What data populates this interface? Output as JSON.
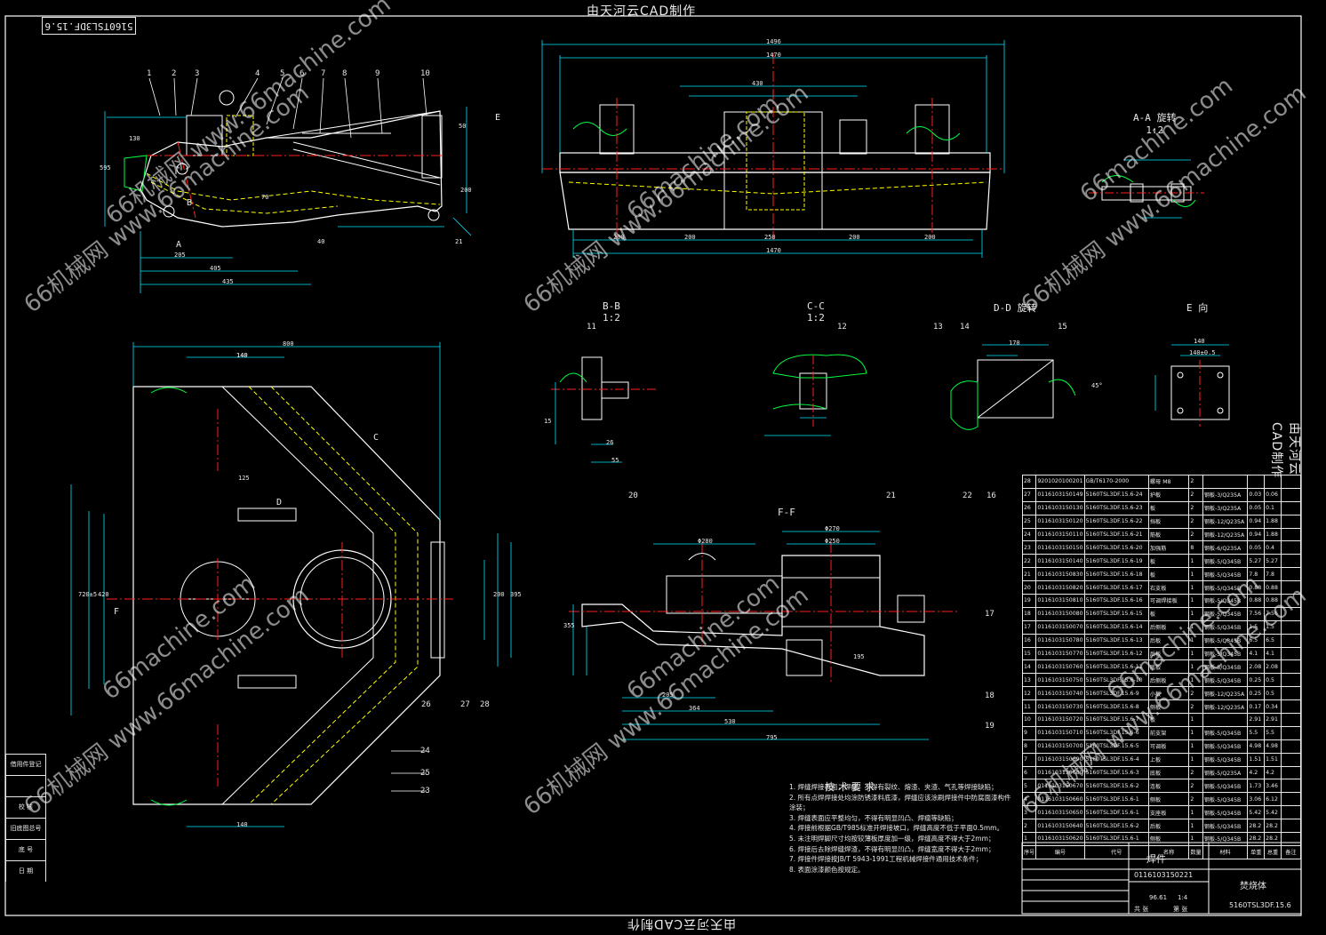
{
  "banner_text": "由天河云CAD制作",
  "drawing_code": "5160TSL3DF.15.6",
  "watermarks": {
    "domain": "66machine.com",
    "mixed": "66机械网 www.66machine.com"
  },
  "views": {
    "aa_title": "A-A 旋转",
    "aa_scale": "1:2",
    "bb_title": "B-B",
    "bb_scale": "1:2",
    "cc_title": "C-C",
    "cc_scale": "1:2",
    "dd_title": "D-D 旋转",
    "e_title": "E 向",
    "ff_title": "F-F"
  },
  "tech": {
    "title": "技术要求",
    "items": [
      "1. 焊缝焊接表面，焊缝、不得有裂纹、熔渣、夹渣、气孔等焊接缺陷；",
      "2. 所有点焊焊接处均涂防锈漆料底漆，焊缝应该涂刷焊接件中防腐面漆构件涂装；",
      "3. 焊缝表面应平整均匀，不得有明显凹凸、焊瘤等缺陷；",
      "4. 焊接前根据GB/T985标准开焊接坡口，焊缝高度不低于平面0.5mm。",
      "5. 未注明焊脚尺寸均按较薄板厚度加一级，焊缝高度不得大于2mm；",
      "6. 焊接后去除焊缝焊渣，不得有明显凹凸，焊缝宽度不得大于2mm；",
      "7. 焊接件焊接按JB/T 5943-1991工程机械焊接件通用技术条件；",
      "8. 表面涂漆颜色按规定。"
    ]
  },
  "bom": {
    "header": [
      "序号",
      "编号",
      "代号",
      "名称",
      "数量",
      "材料",
      "单重",
      "总重",
      "备注"
    ],
    "rows": [
      [
        "28",
        "9201020100201",
        "GB/T6170-2000",
        "螺母 M8",
        "2",
        "",
        "",
        "",
        ""
      ],
      [
        "27",
        "0116103150149",
        "5160TSL3DF.15.6-24",
        "护板",
        "2",
        "钢板-3/Q235A",
        "0.03",
        "0.06",
        ""
      ],
      [
        "26",
        "0116103150130",
        "5160TSL3DF.15.6-23",
        "板",
        "2",
        "钢板-3/Q235A",
        "0.05",
        "0.1",
        ""
      ],
      [
        "25",
        "0116103150120",
        "5160TSL3DF.15.6-22",
        "挡板",
        "2",
        "钢板-12/Q235A",
        "0.94",
        "1.88",
        ""
      ],
      [
        "24",
        "0116103150110",
        "5160TSL3DF.15.6-21",
        "筋板",
        "2",
        "钢板-12/Q235A",
        "0.94",
        "1.88",
        ""
      ],
      [
        "23",
        "0116103150150",
        "5160TSL3DF.15.6-20",
        "加强筋",
        "8",
        "钢板-6/Q235A",
        "0.05",
        "0.4",
        ""
      ],
      [
        "22",
        "0116103150140",
        "5160TSL3DF.15.6-19",
        "板",
        "1",
        "钢板-5/Q345B",
        "5.27",
        "5.27",
        ""
      ],
      [
        "21",
        "0116103150830",
        "5160TSL3DF.15.6-18",
        "板",
        "1",
        "钢板-5/Q345B",
        "7.8",
        "7.8",
        ""
      ],
      [
        "20",
        "0116103150820",
        "5160TSL3DF.15.6-17",
        "右支板",
        "1",
        "钢板-5/Q345B",
        "0.88",
        "0.88",
        ""
      ],
      [
        "19",
        "0116103150810",
        "5160TSL3DF.15.6-16",
        "可调焊接板",
        "1",
        "钢板-5/Q345B",
        "0.88",
        "0.88",
        ""
      ],
      [
        "18",
        "0116103150080",
        "5160TSL3DF.15.6-15",
        "板",
        "1",
        "钢板-5/Q345B",
        "7.56",
        "7.56",
        ""
      ],
      [
        "17",
        "0116103150070",
        "5160TSL3DF.15.6-14",
        "后侧板",
        "1",
        "钢板-5/Q345B",
        "1.5",
        "1.5",
        ""
      ],
      [
        "16",
        "0116103150780",
        "5160TSL3DF.15.6-13",
        "后板",
        "1",
        "钢板-5/Q345B",
        "6.5",
        "6.5",
        ""
      ],
      [
        "15",
        "0116103150770",
        "5160TSL3DF.15.6-12",
        "后板",
        "1",
        "钢板-5/Q345B",
        "4.1",
        "4.1",
        ""
      ],
      [
        "14",
        "0116103150760",
        "5160TSL3DF.15.6-11",
        "底板",
        "1",
        "钢板-5/Q345B",
        "2.08",
        "2.08",
        ""
      ],
      [
        "13",
        "0116103150750",
        "5160TSL3DF.15.6-10",
        "后侧板",
        "1",
        "钢板-5/Q345B",
        "0.25",
        "0.5",
        ""
      ],
      [
        "12",
        "0116103150740",
        "5160TSL3DF.15.6-9",
        "小板",
        "2",
        "钢板-12/Q235A",
        "0.25",
        "0.5",
        ""
      ],
      [
        "11",
        "0116103150730",
        "5160TSL3DF.15.6-8",
        "侧板",
        "2",
        "钢板-12/Q235A",
        "0.17",
        "0.34",
        ""
      ],
      [
        "10",
        "0116103150720",
        "5160TSL3DF.15.6-7",
        "板",
        "1",
        "",
        "2.91",
        "2.91",
        ""
      ],
      [
        "9",
        "0116103150710",
        "5160TSL3DF.15.6-6",
        "前支架",
        "1",
        "钢板-5/Q345B",
        "5.5",
        "5.5",
        ""
      ],
      [
        "8",
        "0116103150700",
        "5160TSL3DF.15.6-5",
        "可调板",
        "1",
        "钢板-5/Q345B",
        "4.98",
        "4.98",
        ""
      ],
      [
        "7",
        "0116103150690",
        "5160TSL3DF.15.6-4",
        "上板",
        "1",
        "钢板-5/Q345B",
        "1.51",
        "1.51",
        ""
      ],
      [
        "6",
        "0116103150680",
        "5160TSL3DF.15.6-3",
        "底板",
        "2",
        "钢板-5/Q235A",
        "4.2",
        "4.2",
        ""
      ],
      [
        "5",
        "0116103150670",
        "5160TSL3DF.15.6-2",
        "连板",
        "2",
        "钢板-5/Q345B",
        "1.73",
        "3.46",
        ""
      ],
      [
        "4",
        "0116103150660",
        "5160TSL3DF.15.6-1",
        "侧板",
        "2",
        "钢板-5/Q345B",
        "3.06",
        "6.12",
        ""
      ],
      [
        "3",
        "0116103150650",
        "5160TSL3DF.15.6-1",
        "支座板",
        "1",
        "钢板-5/Q345B",
        "5.42",
        "5.42",
        ""
      ],
      [
        "2",
        "0116103150640",
        "5160TSL3DF.15.6-2",
        "后板",
        "1",
        "钢板-5/Q345B",
        "28.2",
        "28.2",
        ""
      ],
      [
        "1",
        "0116103150620",
        "5160TSL3DF.15.6-1",
        "侧板",
        "1",
        "钢板-5/Q345B",
        "28.2",
        "28.2",
        ""
      ]
    ]
  },
  "title_block": {
    "part_type": "焊件",
    "part_name": "焚烧体",
    "part_number": "0116103150221",
    "drawing_code": "5160TSL3DF.15.6",
    "weight": "96.61",
    "scale": "1:4",
    "sheet": "共  张",
    "sheet_no": "第  张"
  },
  "left_strip": [
    "借用件登记",
    "",
    "校  核",
    "旧底图总号",
    "底  号",
    "日  期"
  ],
  "balloons_main": [
    "1",
    "2",
    "3",
    "4",
    "5",
    "6",
    "7",
    "8",
    "9",
    "10"
  ],
  "balloons_plan": [
    "24",
    "25",
    "23",
    "26",
    "27",
    "28"
  ],
  "balloons_ff": [
    "20",
    "21",
    "22",
    "16",
    "17",
    "18",
    "19"
  ],
  "balloons_misc": [
    "11",
    "12",
    "13",
    "14",
    "15"
  ],
  "letters": [
    "A",
    "B",
    "C",
    "D",
    "E",
    "F"
  ],
  "dims": {
    "main": [
      "205",
      "405",
      "435",
      "595",
      "50",
      "200",
      "21",
      "130",
      "70",
      "40"
    ],
    "front": [
      "1496",
      "1470",
      "430",
      "200",
      "250",
      "1470",
      "200",
      "200",
      "200"
    ],
    "plan": [
      "800",
      "140",
      "125",
      "420",
      "720±5",
      "140",
      "140",
      "200",
      "395"
    ],
    "bb": [
      "55",
      "26",
      "15"
    ],
    "dd": [
      "170",
      "45°"
    ],
    "e": [
      "140",
      "140±0.5"
    ],
    "ff": [
      "Φ280",
      "Φ270",
      "Φ250",
      "205",
      "364",
      "530",
      "795",
      "195",
      "355"
    ]
  },
  "colors": {
    "bg": "#000000",
    "outline": "#ffffff",
    "dim": "#00e5ff",
    "hidden": "#ffff00",
    "center": "#ff2020",
    "hatch": "#00ff40",
    "text": "#e8e8e8"
  }
}
